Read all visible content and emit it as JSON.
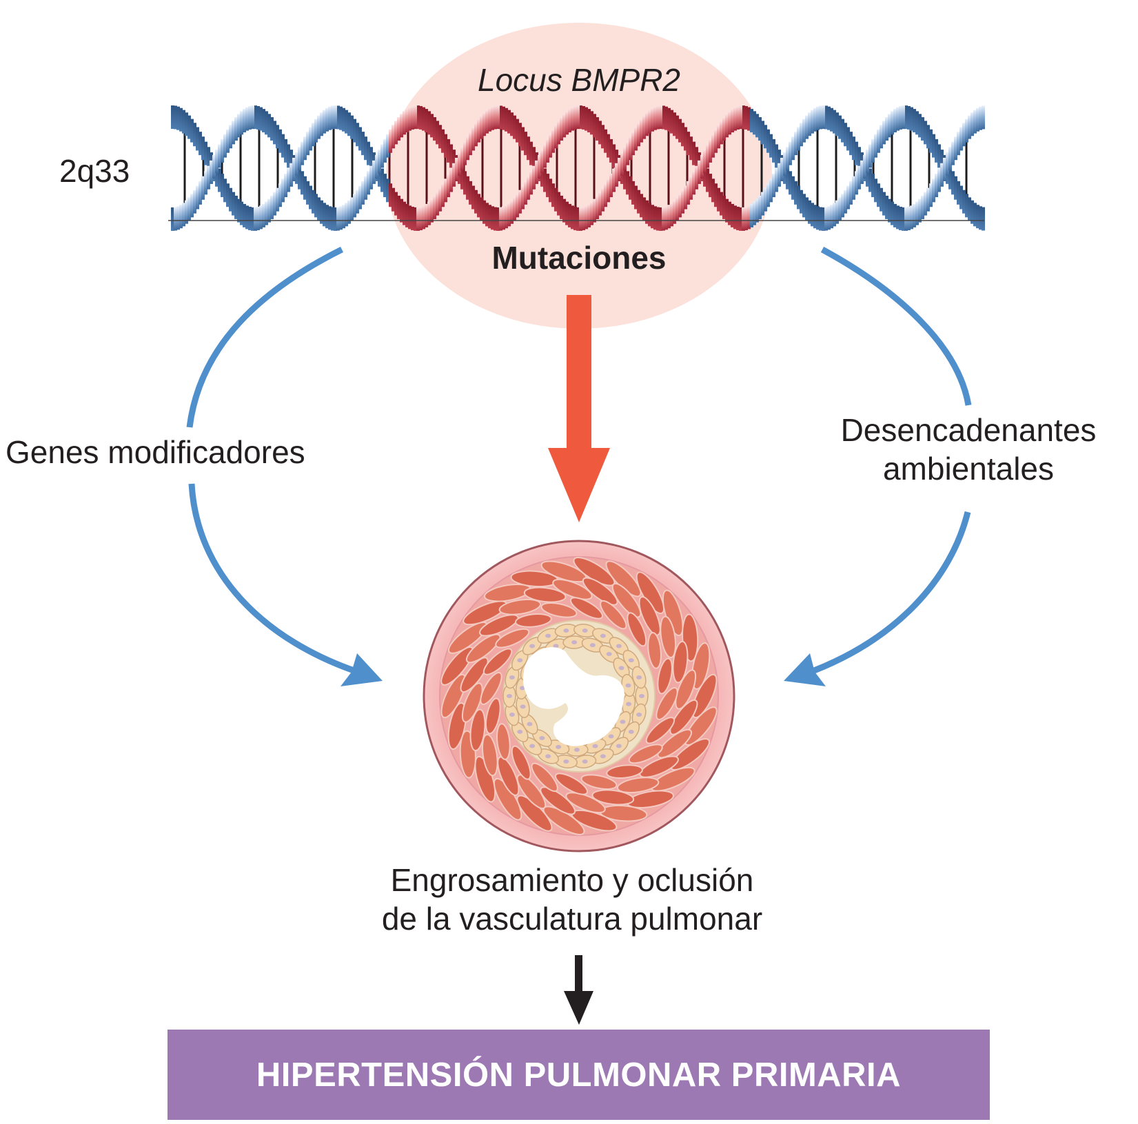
{
  "labels": {
    "locus": "Locus BMPR2",
    "chromosome_band": "2q33",
    "mutations": "Mutaciones",
    "modifier_genes": "Genes modificadores",
    "environmental_triggers": [
      "Desencadenantes",
      "ambientales"
    ],
    "outcome": [
      "Engrosamiento y oclusión",
      "de la vasculatura pulmonar"
    ],
    "disease": "HIPERTENSIÓN PULMONAR PRIMARIA"
  },
  "colors": {
    "locus_highlight": "#fbe1d9",
    "dna_blue": "#5583b3",
    "dna_red": "#b73d4c",
    "side_arrows": "#4f8fcb",
    "main_arrow": "#ef5a3f",
    "outcome_arrow": "#231f20",
    "vessel_wall": "#f5b7b8",
    "smooth_muscle": "#e27760",
    "endothelial_cells": "#f5d7ae",
    "banner": "#9c79b3",
    "banner_text": "#ffffff"
  }
}
